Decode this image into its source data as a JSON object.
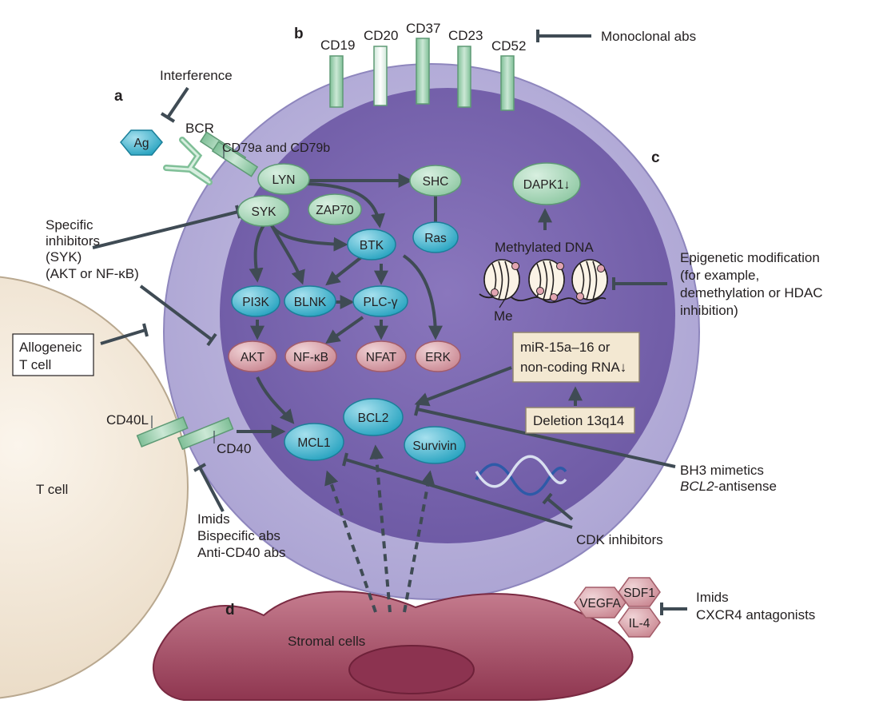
{
  "panels": {
    "a": "a",
    "b": "b",
    "c": "c",
    "d": "d"
  },
  "markers": [
    "CD19",
    "CD20",
    "CD37",
    "CD23",
    "CD52"
  ],
  "labels": {
    "monoclonal_abs": "Monoclonal abs",
    "interference": "Interference",
    "ag": "Ag",
    "bcr": "BCR",
    "cd79": "CD79a and CD79b",
    "specific_inhibitors_1": "Specific",
    "specific_inhibitors_2": "inhibitors",
    "specific_inhibitors_3": "(SYK)",
    "specific_inhibitors_4": "(AKT or NF-κB)",
    "allogeneic_1": "Allogeneic",
    "allogeneic_2": "T cell",
    "t_cell": "T cell",
    "cd40l": "CD40L",
    "cd40": "CD40",
    "imids_1": "Imids",
    "bispecific": "Bispecific abs",
    "anti_cd40": "Anti-CD40 abs",
    "methylated_dna": "Methylated DNA",
    "me": "Me",
    "epigenetic_1": "Epigenetic modification",
    "epigenetic_2": "(for example,",
    "epigenetic_3": "demethylation or HDAC",
    "epigenetic_4": "inhibition)",
    "mir_1": "miR-15a–16 or",
    "mir_2": "non-coding RNA↓",
    "deletion": "Deletion 13q14",
    "bh3": "BH3 mimetics",
    "bcl2_antisense_gene": "BCL2",
    "bcl2_antisense_rest": "-antisense",
    "cdk": "CDK inhibitors",
    "stromal": "Stromal cells",
    "imids_2": "Imids",
    "cxcr4": "CXCR4 antagonists"
  },
  "nodes": {
    "lyn": "LYN",
    "syk": "SYK",
    "zap70": "ZAP70",
    "shc": "SHC",
    "ras": "Ras",
    "btk": "BTK",
    "pi3k": "PI3K",
    "blnk": "BLNK",
    "plcg": "PLC-γ",
    "akt": "AKT",
    "nfkb": "NF-κB",
    "nfat": "NFAT",
    "erk": "ERK",
    "mcl1": "MCL1",
    "bcl2": "BCL2",
    "survivin": "Survivin",
    "dapk1": "DAPK1↓"
  },
  "hexagons": {
    "sdf1": "SDF1",
    "vegfa": "VEGFA",
    "il4": "IL-4"
  },
  "colors": {
    "outer_cell": "#b9b3d9",
    "inner_cell": "#7d69b0",
    "tcell": "#f1e6d6",
    "green": "#a8d5b7",
    "blue": "#3fb0c8",
    "red": "#cf97a0",
    "arrow": "#3f4b54",
    "stromal": "#9c4258",
    "note_box": "#f3e8d2"
  }
}
